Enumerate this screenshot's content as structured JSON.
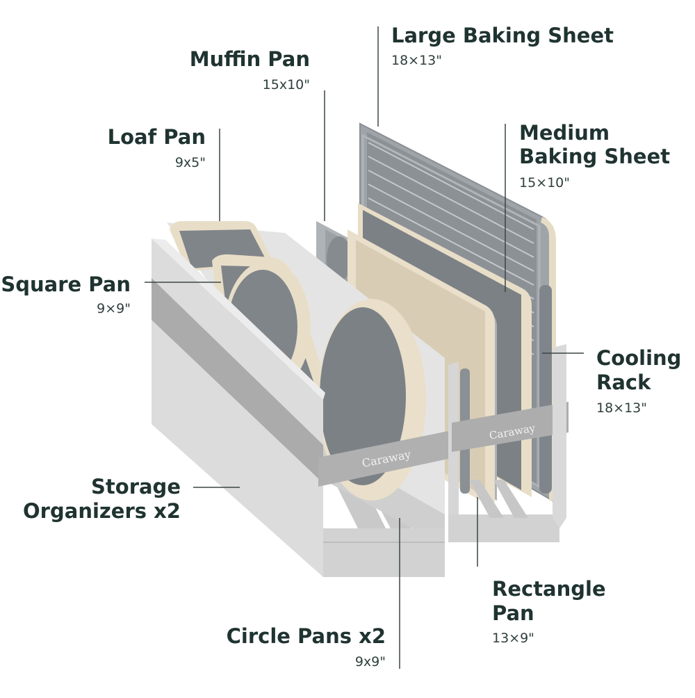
{
  "callouts": {
    "large_baking_sheet": {
      "name": "Large Baking Sheet",
      "size": "18×13\""
    },
    "muffin_pan": {
      "name": "Muffin Pan",
      "size": "15x10\""
    },
    "loaf_pan": {
      "name": "Loaf Pan",
      "size": "9x5\""
    },
    "medium_baking_sheet": {
      "name_line1": "Medium",
      "name_line2": "Baking Sheet",
      "size": "15×10\""
    },
    "square_pan": {
      "name": "Square Pan",
      "size": "9×9\""
    },
    "cooling_rack": {
      "name_line1": "Cooling",
      "name_line2": "Rack",
      "size": "18×13\""
    },
    "storage_organizers": {
      "name_line1": "Storage",
      "name_line2": "Organizers x2"
    },
    "rectangle_pan": {
      "name_line1": "Rectangle",
      "name_line2": "Pan",
      "size": "13×9\""
    },
    "circle_pans": {
      "name": "Circle Pans x2",
      "size": "9x9\""
    }
  },
  "brand": {
    "strap_left": "Caraway",
    "strap_right": "Caraway"
  },
  "colors": {
    "text": "#1f3330",
    "leader_line": "#3a4644",
    "organizer": "#d9d9d9",
    "strap": "#a9a9a9",
    "pan_cream": "#e9dfc9",
    "pan_gray": "#7e8388",
    "rack": "#b8bcc0"
  }
}
